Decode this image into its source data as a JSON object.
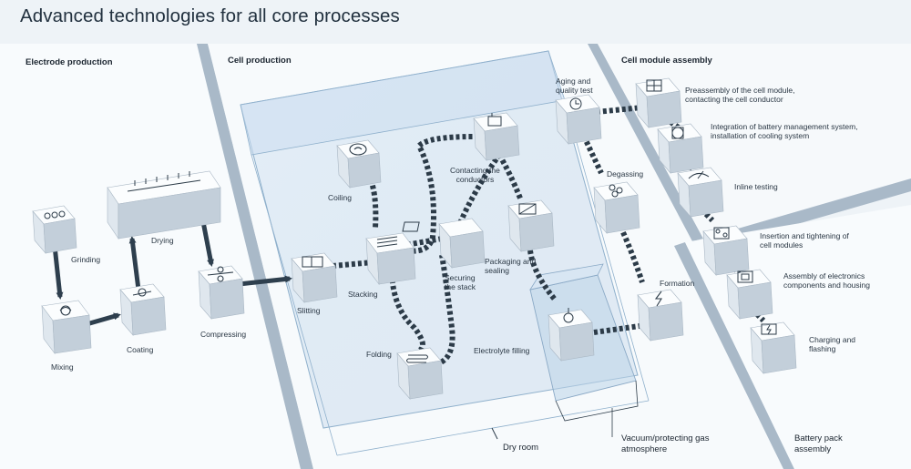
{
  "title": "Advanced technologies for all core processes",
  "sections": {
    "electrode": "Electrode production",
    "cell": "Cell production",
    "module": "Cell module assembly",
    "pack_line1": "Battery pack",
    "pack_line2": "assembly"
  },
  "electrode_steps": {
    "grinding": "Grinding",
    "mixing": "Mixing",
    "coating": "Coating",
    "drying": "Drying",
    "compressing": "Compressing"
  },
  "cell_steps": {
    "slitting": "Slitting",
    "coiling": "Coiling",
    "stacking": "Stacking",
    "folding": "Folding",
    "securing_line1": "Securing",
    "securing_line2": "the stack",
    "contacting_line1": "Contacting the",
    "contacting_line2": "conductors",
    "packaging_line1": "Packaging and",
    "packaging_line2": "sealing",
    "electrolyte": "Electrolyte filling",
    "aging_line1": "Aging and",
    "aging_line2": "quality test",
    "degassing": "Degassing",
    "formation": "Formation"
  },
  "module_steps": {
    "preassembly_line1": "Preassembly of the cell module,",
    "preassembly_line2": "contacting the cell conductor",
    "bms_line1": "Integration of battery management system,",
    "bms_line2": "installation of cooling system",
    "inline": "Inline testing"
  },
  "pack_steps": {
    "insertion_line1": "Insertion and tightening of",
    "insertion_line2": "cell modules",
    "electronics_line1": "Assembly of electronics",
    "electronics_line2": "components and housing",
    "charging_line1": "Charging and",
    "charging_line2": "flashing"
  },
  "footer": {
    "dry_room": "Dry room",
    "vacuum_line1": "Vacuum/protecting gas",
    "vacuum_line2": "atmosphere"
  },
  "colors": {
    "background": "#eef3f7",
    "platform": "#f7fafc",
    "wall": "#a9b9c8",
    "cube_top": "#fbfdfe",
    "cube_left": "#dfe7ee",
    "cube_right": "#c3cfda",
    "conveyor": "#2c3b48",
    "arrow": "#2e3f4e",
    "dry_room_glass": "#c9dcef"
  }
}
